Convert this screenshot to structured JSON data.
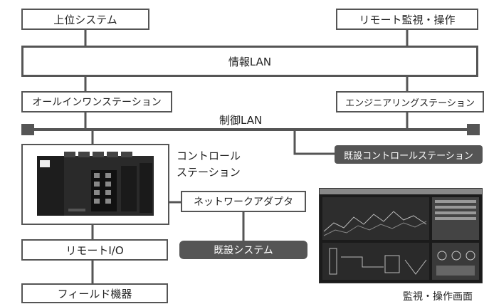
{
  "top": {
    "upper_system": "上位システム",
    "remote_monitoring": "リモート監視・操作"
  },
  "info_lan": "情報LAN",
  "stations": {
    "all_in_one": "オールインワンステーション",
    "engineering": "エンジニアリングステーション"
  },
  "control_lan": "制御LAN",
  "existing_control_station": "既設コントロールステーション",
  "control_station_label_line1": "コントロール",
  "control_station_label_line2": "ステーション",
  "network_adapter": "ネットワークアダプタ",
  "existing_system": "既設システム",
  "remote_io": "リモートI/O",
  "field_devices": "フィールド機器",
  "screen_caption": "監視・操作画面"
}
